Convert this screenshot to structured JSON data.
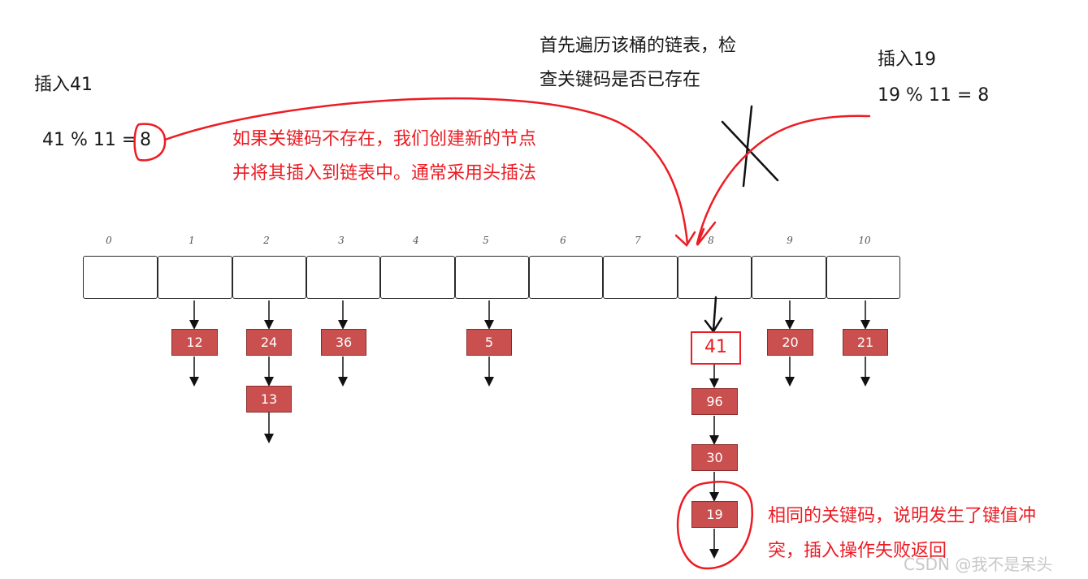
{
  "annotations": {
    "insert41_title": "插入41",
    "insert41_formula_prefix": "41 % 11 = ",
    "insert41_formula_result": "8",
    "red_note_line1": "如果关键码不存在，我们创建新的节点",
    "red_note_line2": "并将其插入到链表中。通常采用头插法",
    "traverse_note_line1": "首先遍历该桶的链表，检",
    "traverse_note_line2": "查关键码是否已存在",
    "insert19_title": "插入19",
    "insert19_formula": "19 % 11 = 8",
    "conflict_note_line1": "相同的关键码，说明发生了键值冲",
    "conflict_note_line2": "突，插入操作失败返回"
  },
  "buckets": [
    {
      "index": "0"
    },
    {
      "index": "1"
    },
    {
      "index": "2"
    },
    {
      "index": "3"
    },
    {
      "index": "4"
    },
    {
      "index": "5"
    },
    {
      "index": "6"
    },
    {
      "index": "7"
    },
    {
      "index": "8"
    },
    {
      "index": "9"
    },
    {
      "index": "10"
    }
  ],
  "chains": {
    "b1": [
      "12"
    ],
    "b2": [
      "24",
      "13"
    ],
    "b3": [
      "36"
    ],
    "b5": [
      "5"
    ],
    "b8": [
      "41",
      "96",
      "30",
      "19"
    ],
    "b9": [
      "20"
    ],
    "b10": [
      "21"
    ]
  },
  "watermark": "CSDN @我不是呆头",
  "colors": {
    "annotation_red": "#ec1c24",
    "node_fill": "#c9504f"
  }
}
